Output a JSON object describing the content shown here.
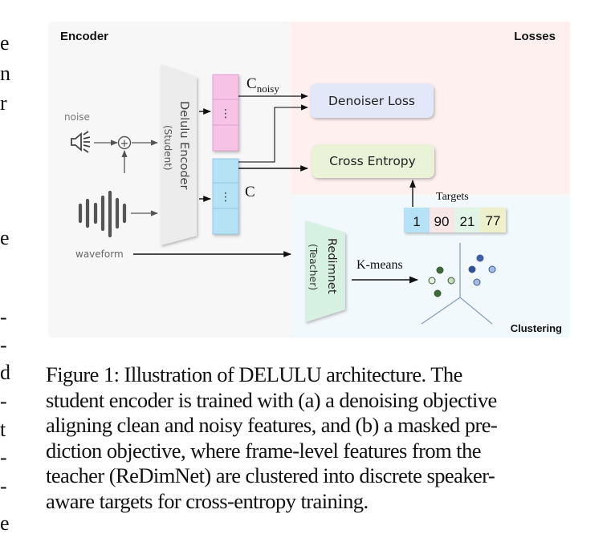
{
  "left_column_fragments": [
    "e",
    "n",
    "r",
    "e",
    "-",
    "-",
    "d",
    "-",
    "t",
    "-",
    "-",
    "e"
  ],
  "figure": {
    "encoder_panel_title": "Encoder",
    "losses_panel_title": "Losses",
    "clustering_panel_title": "Clustering",
    "noise_label": "noise",
    "waveform_label": "waveform",
    "student_encoder_name": "Delulu Encoder",
    "student_encoder_role": "(Student)",
    "teacher_name": "Redimnet",
    "teacher_role": "(Teacher)",
    "c_noisy_base": "C",
    "c_noisy_sub": "noisy",
    "c_clean": "C",
    "ellipsis": "⋮",
    "denoiser_loss_label": "Denoiser Loss",
    "cross_entropy_label": "Cross Entropy",
    "targets_label": "Targets",
    "target_values": [
      "1",
      "90",
      "21",
      "77"
    ],
    "kmeans_label": "K-means",
    "plus_symbol": "+",
    "colors": {
      "encoder_bg": "#f7f7f8",
      "losses_bg": "#fdf0ef",
      "clustering_bg": "#f2f9fc",
      "noisy_feature": "#f6c3e6",
      "clean_feature": "#b6e2f5",
      "denoiser_box": "#e3e8f8",
      "cross_entropy_box": "#eaf2d7",
      "teacher_box": "#d6f0e1",
      "target_cells": [
        "#b6e2f5",
        "#f8e5e6",
        "#e1f4e6",
        "#eef0cc"
      ],
      "cluster_green": [
        "#3e6a3a",
        "#e7efe0",
        "#c5ddbc",
        "#3e6a3a"
      ],
      "cluster_blue": [
        "#3f61a8",
        "#2f4f94",
        "#a7b9e6",
        "#aab9e3"
      ]
    }
  },
  "caption": {
    "lines": [
      "Figure 1: Illustration of DELULU architecture.  The",
      "student encoder is trained with (a) a denoising objective",
      "aligning clean and noisy features, and (b) a masked pre-",
      "diction objective, where frame-level features from the",
      "teacher (ReDimNet) are clustered into discrete speaker-",
      "aware targets for cross-entropy training."
    ]
  }
}
